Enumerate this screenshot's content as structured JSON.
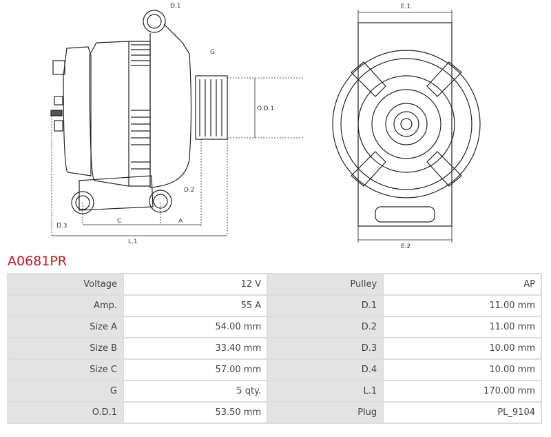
{
  "drawing": {
    "side_labels": {
      "d1": "D.1",
      "g": "G",
      "od1": "O.D.1",
      "d2": "D.2",
      "d3": "D.3",
      "c": "C",
      "a": "A",
      "l1": "L.1"
    },
    "front_labels": {
      "e1": "E.1",
      "e2": "E.2"
    }
  },
  "product": {
    "code": "A0681PR"
  },
  "specs": [
    [
      "Voltage",
      "12 V",
      "Pulley",
      "AP"
    ],
    [
      "Amp.",
      "55 A",
      "D.1",
      "11.00 mm"
    ],
    [
      "Size A",
      "54.00 mm",
      "D.2",
      "11.00 mm"
    ],
    [
      "Size B",
      "33.40 mm",
      "D.3",
      "10.00 mm"
    ],
    [
      "Size C",
      "57.00 mm",
      "D.4",
      "10.00 mm"
    ],
    [
      "G",
      "5 qty.",
      "L.1",
      "170.00 mm"
    ],
    [
      "O.D.1",
      "53.50 mm",
      "Plug",
      "PL_9104"
    ]
  ]
}
